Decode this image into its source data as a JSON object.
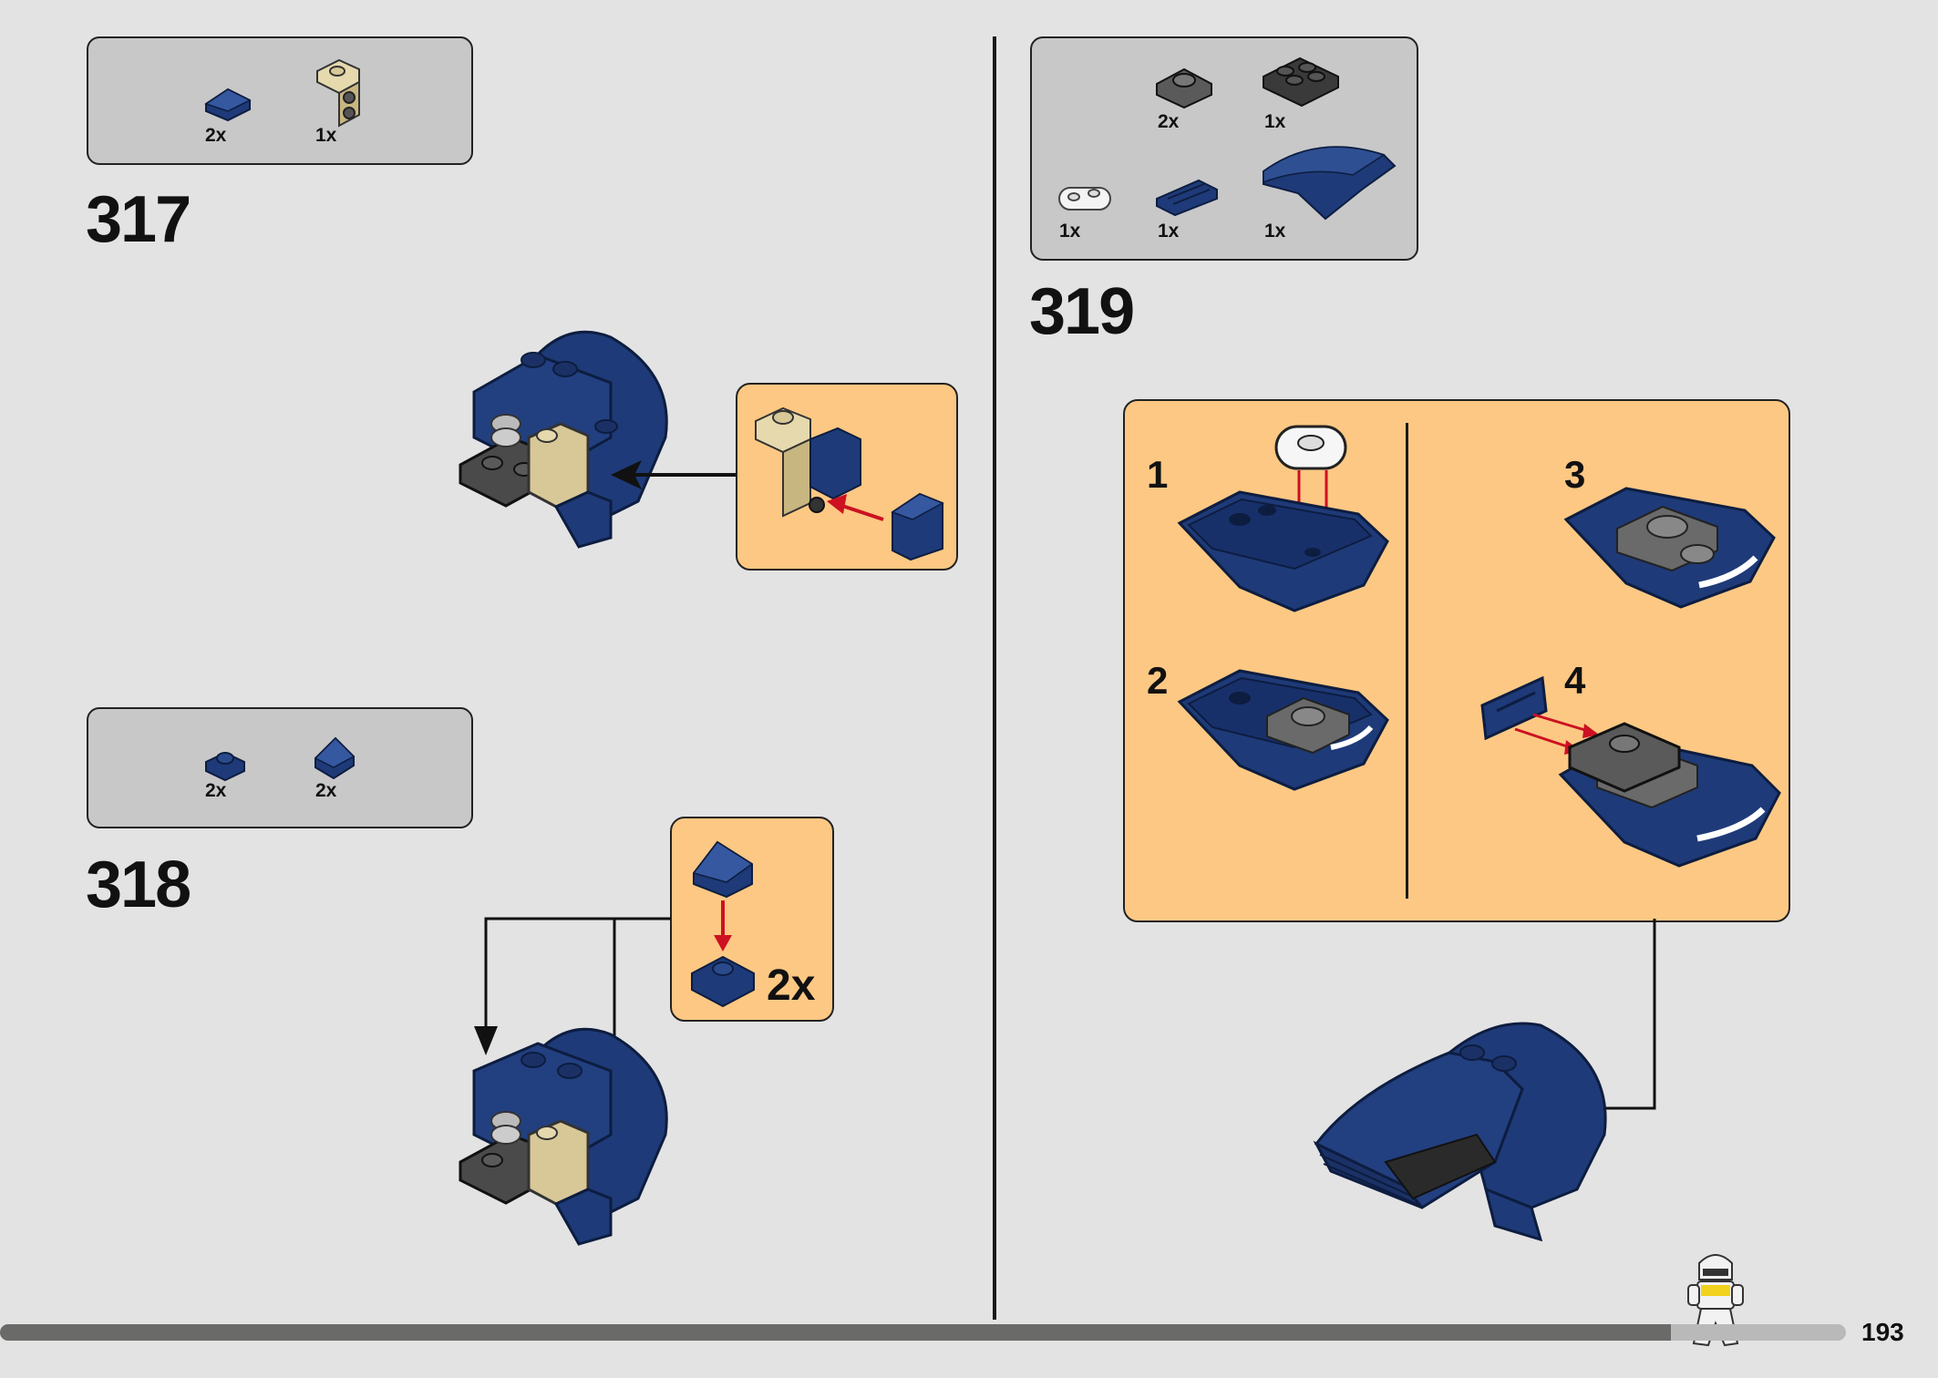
{
  "page": {
    "number": "193",
    "progress": 0.905
  },
  "colors": {
    "background": "#e3e3e3",
    "parts_box": "#c8c8c8",
    "callout": "#fdc883",
    "dark_blue": "#1e3a78",
    "tan": "#d8c898",
    "red_arrow": "#cc1122",
    "dark_gray": "#4a4a4a"
  },
  "steps": [
    {
      "number": "317",
      "parts": [
        {
          "icon": "dark-blue-slope-icon",
          "qty": "2x"
        },
        {
          "icon": "tan-bracket-icon",
          "qty": "1x"
        }
      ]
    },
    {
      "number": "318",
      "parts": [
        {
          "icon": "dark-blue-round-plate-icon",
          "qty": "2x"
        },
        {
          "icon": "dark-blue-slope-icon",
          "qty": "2x"
        }
      ],
      "callout_qty": "2x"
    },
    {
      "number": "319",
      "parts": [
        {
          "icon": "gray-round-plate-icon",
          "qty": "2x"
        },
        {
          "icon": "black-plate-2x2-icon",
          "qty": "1x"
        },
        {
          "icon": "white-plate-1x2-icon",
          "qty": "1x"
        },
        {
          "icon": "dark-blue-tile-icon",
          "qty": "1x"
        },
        {
          "icon": "dark-blue-curved-wedge-icon",
          "qty": "1x"
        }
      ],
      "substeps": [
        "1",
        "2",
        "3",
        "4"
      ]
    }
  ]
}
